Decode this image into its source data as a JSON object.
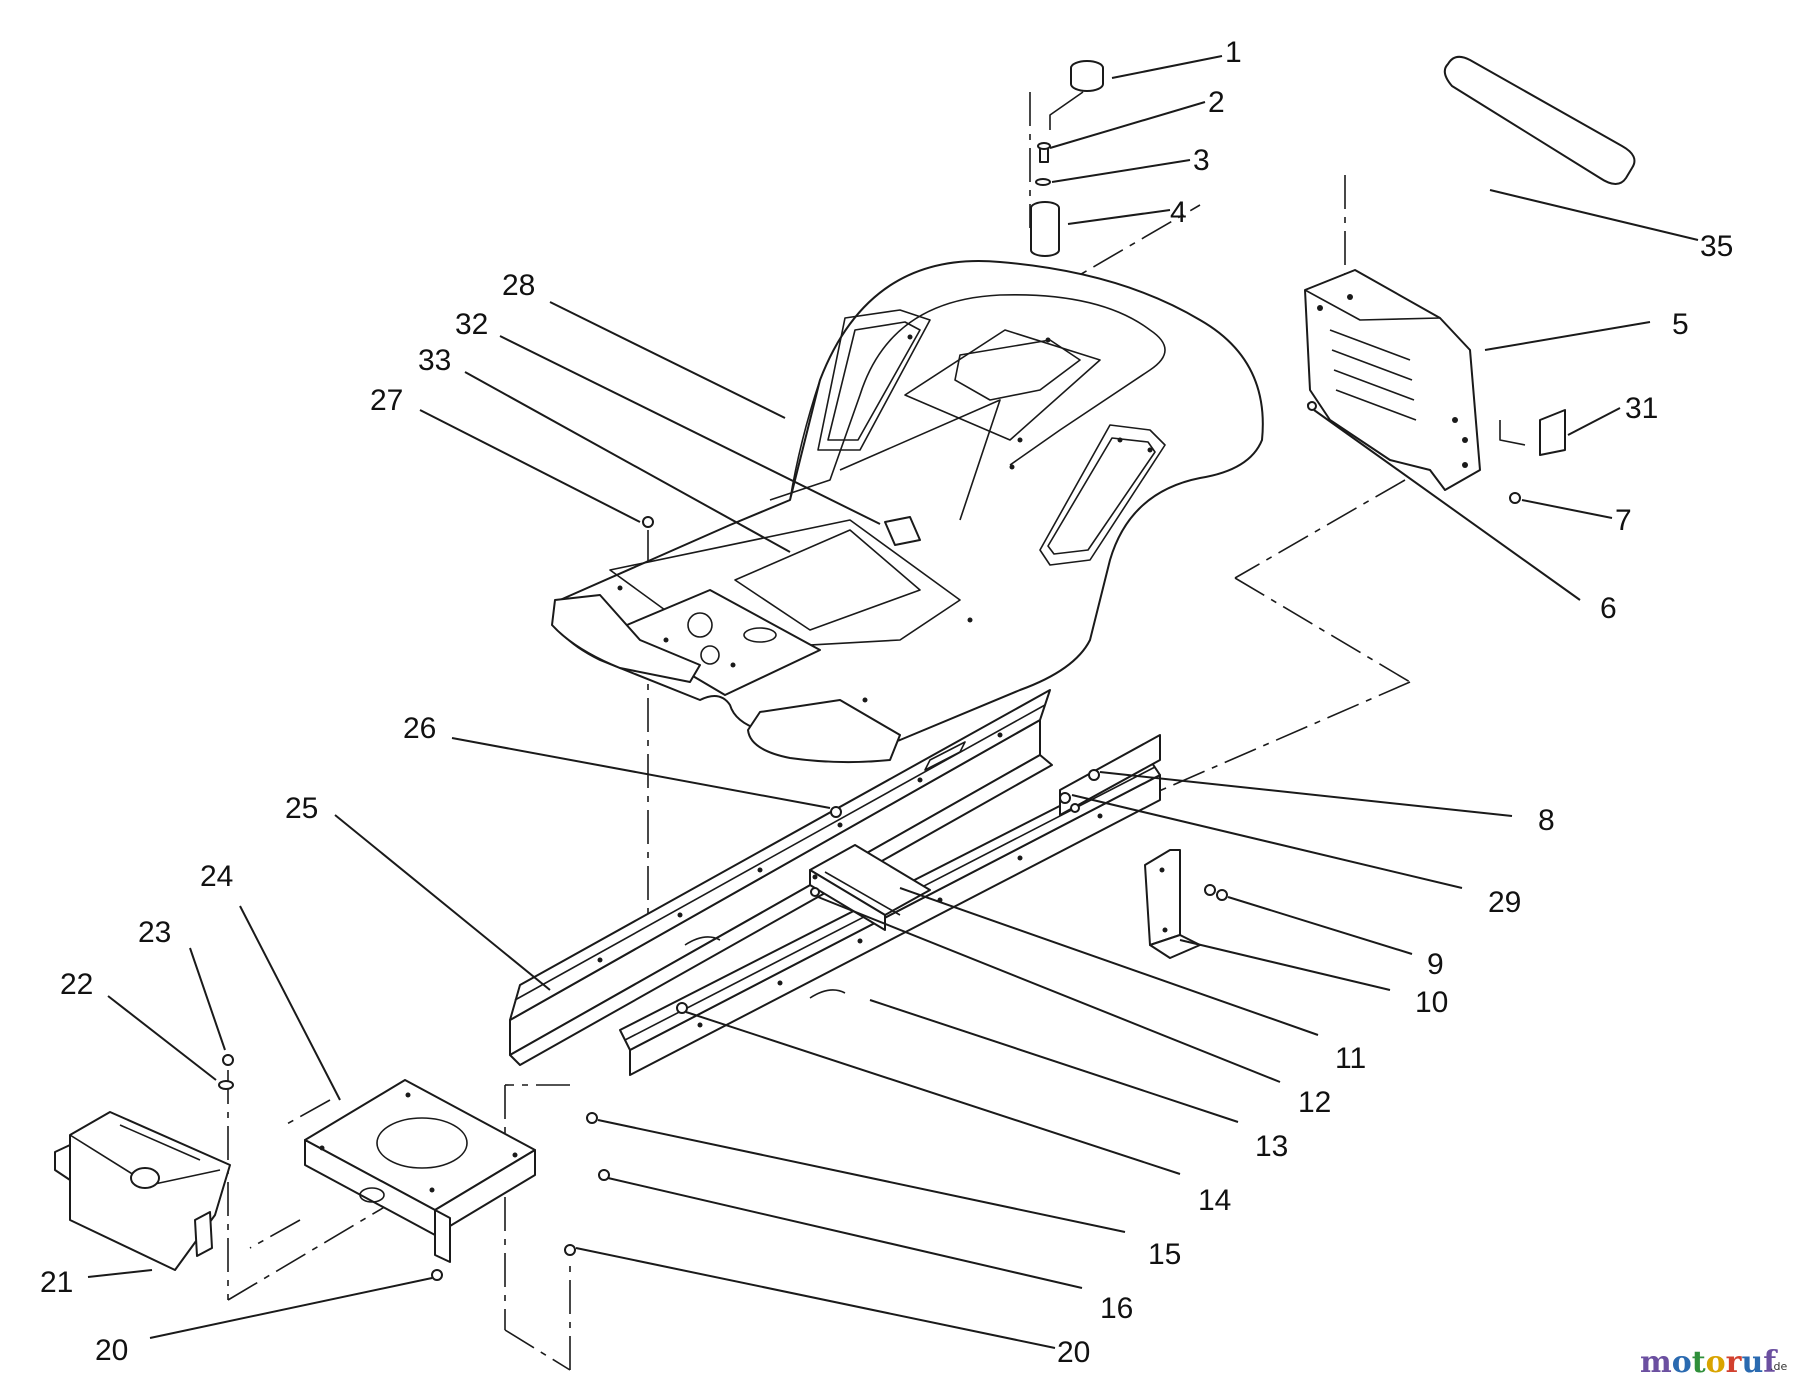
{
  "callouts": [
    {
      "id": "1",
      "label": "1"
    },
    {
      "id": "2",
      "label": "2"
    },
    {
      "id": "3",
      "label": "3"
    },
    {
      "id": "4",
      "label": "4"
    },
    {
      "id": "35",
      "label": "35"
    },
    {
      "id": "5",
      "label": "5"
    },
    {
      "id": "31",
      "label": "31"
    },
    {
      "id": "7",
      "label": "7"
    },
    {
      "id": "6",
      "label": "6"
    },
    {
      "id": "28",
      "label": "28"
    },
    {
      "id": "32",
      "label": "32"
    },
    {
      "id": "33",
      "label": "33"
    },
    {
      "id": "27",
      "label": "27"
    },
    {
      "id": "26",
      "label": "26"
    },
    {
      "id": "25",
      "label": "25"
    },
    {
      "id": "24",
      "label": "24"
    },
    {
      "id": "23",
      "label": "23"
    },
    {
      "id": "22",
      "label": "22"
    },
    {
      "id": "21",
      "label": "21"
    },
    {
      "id": "20a",
      "label": "20"
    },
    {
      "id": "20b",
      "label": "20"
    },
    {
      "id": "8",
      "label": "8"
    },
    {
      "id": "29",
      "label": "29"
    },
    {
      "id": "9",
      "label": "9"
    },
    {
      "id": "10",
      "label": "10"
    },
    {
      "id": "11",
      "label": "11"
    },
    {
      "id": "12",
      "label": "12"
    },
    {
      "id": "13",
      "label": "13"
    },
    {
      "id": "14",
      "label": "14"
    },
    {
      "id": "15",
      "label": "15"
    },
    {
      "id": "16",
      "label": "16"
    }
  ],
  "watermark": {
    "name": "motoruf",
    "suffix": ".de",
    "colors": [
      "#6b4fa0",
      "#2a6ab0",
      "#2f8f3a",
      "#d9a400",
      "#d2402e",
      "#2a6ab0",
      "#6b4fa0"
    ]
  }
}
